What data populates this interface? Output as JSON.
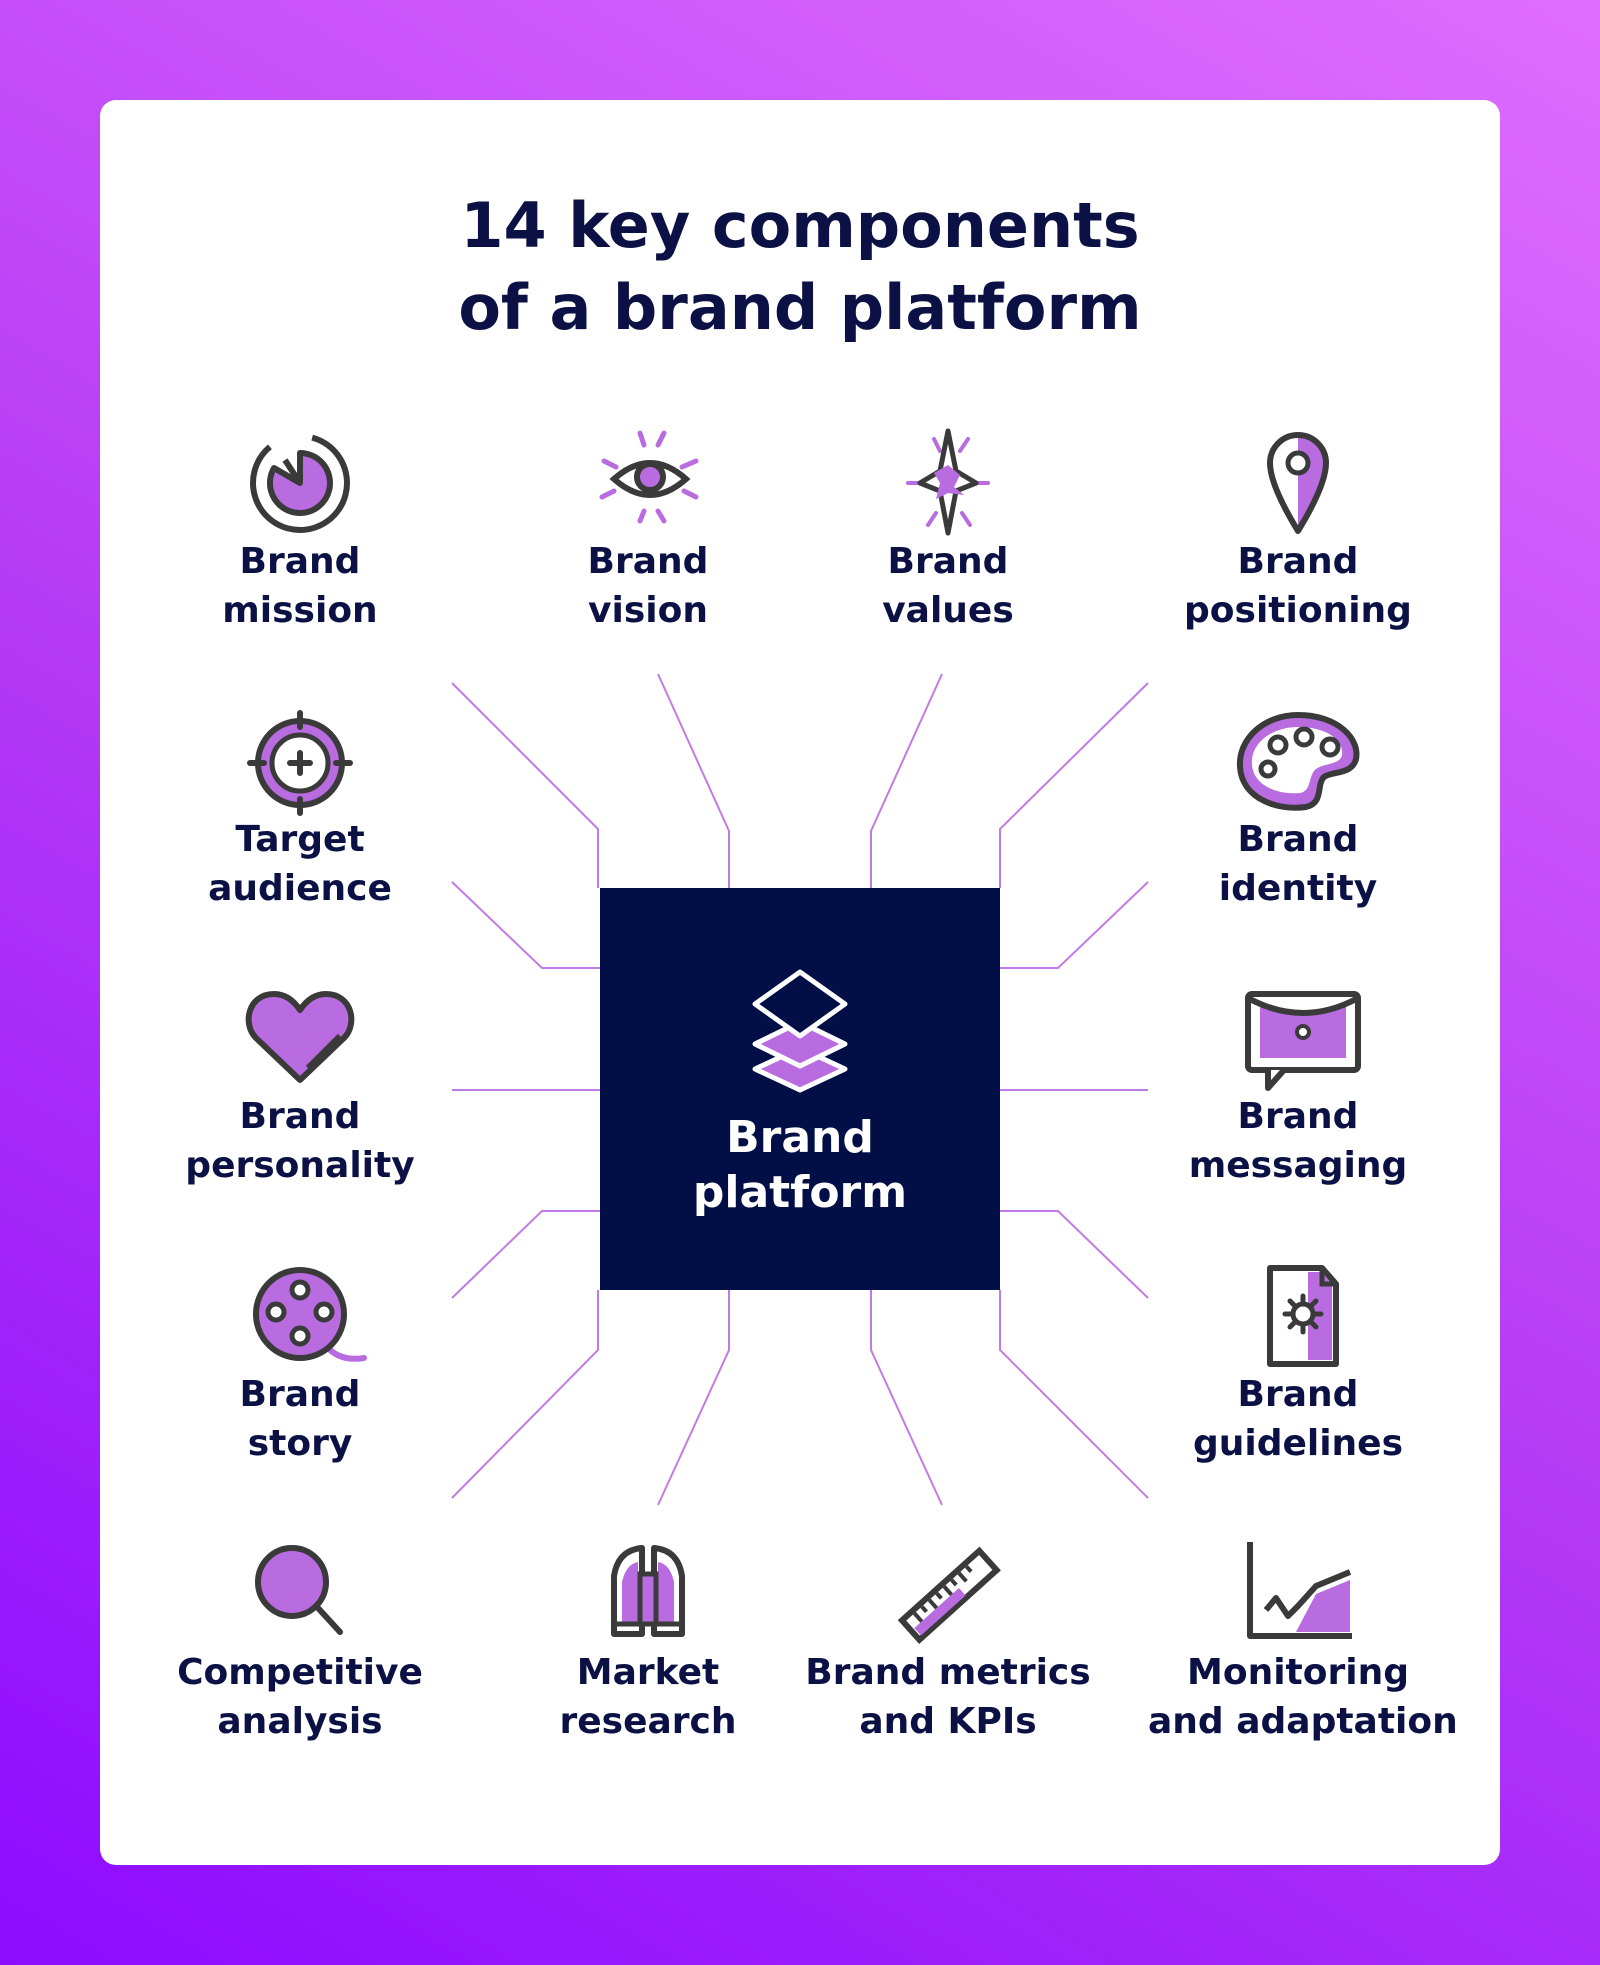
{
  "title": {
    "line1": "14 key components",
    "line2": "of a brand platform"
  },
  "center": {
    "line1": "Brand",
    "line2": "platform",
    "icon": "layers-icon"
  },
  "colors": {
    "navy": "#020e46",
    "text": "#0c1145",
    "purple": "#b86ce0",
    "line": "#c27be6",
    "outline": "#3a3a3a"
  },
  "components": [
    {
      "id": "mission",
      "icon": "target-dial-icon",
      "line1": "Brand",
      "line2": "mission"
    },
    {
      "id": "vision",
      "icon": "eye-icon",
      "line1": "Brand",
      "line2": "vision"
    },
    {
      "id": "values",
      "icon": "star-sparkle-icon",
      "line1": "Brand",
      "line2": "values"
    },
    {
      "id": "positioning",
      "icon": "map-pin-icon",
      "line1": "Brand",
      "line2": "positioning"
    },
    {
      "id": "audience",
      "icon": "crosshair-icon",
      "line1": "Target",
      "line2": "audience"
    },
    {
      "id": "identity",
      "icon": "palette-icon",
      "line1": "Brand",
      "line2": "identity"
    },
    {
      "id": "personality",
      "icon": "heart-icon",
      "line1": "Brand",
      "line2": "personality"
    },
    {
      "id": "messaging",
      "icon": "envelope-chat-icon",
      "line1": "Brand",
      "line2": "messaging"
    },
    {
      "id": "story",
      "icon": "film-reel-icon",
      "line1": "Brand",
      "line2": "story"
    },
    {
      "id": "guidelines",
      "icon": "document-gear-icon",
      "line1": "Brand",
      "line2": "guidelines"
    },
    {
      "id": "competitive",
      "icon": "magnifier-icon",
      "line1": "Competitive",
      "line2": "analysis"
    },
    {
      "id": "market",
      "icon": "binoculars-icon",
      "line1": "Market",
      "line2": "research"
    },
    {
      "id": "metrics",
      "icon": "ruler-icon",
      "line1": "Brand metrics",
      "line2": "and KPIs"
    },
    {
      "id": "monitoring",
      "icon": "area-chart-icon",
      "line1": "Monitoring",
      "line2": "and adaptation"
    }
  ]
}
